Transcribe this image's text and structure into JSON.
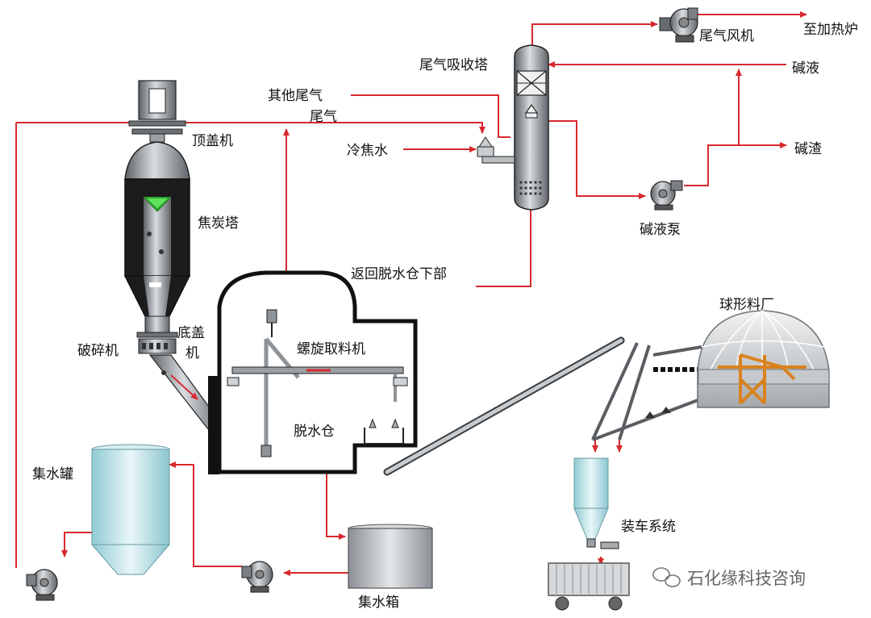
{
  "labels": {
    "to_heating_furnace": "至加热炉",
    "tail_gas_fan": "尾气风机",
    "tail_gas_absorber": "尾气吸收塔",
    "alkali_liquid": "碱液",
    "other_tail_gas": "其他尾气",
    "tail_gas": "尾气",
    "top_cover_machine": "顶盖机",
    "cooling_coke_water": "冷焦水",
    "alkali_residue": "碱渣",
    "coke_tower": "焦炭塔",
    "alkali_pump": "碱液泵",
    "return_to_dewater_bin_bottom": "返回脱水仓下部",
    "spherical_yard": "球形料厂",
    "crusher": "破碎机",
    "bottom_cover_machine": "底盖机",
    "screw_reclaimer": "螺旋取料机",
    "dewatering_bin": "脱水仓",
    "water_collection_tank": "集水罐",
    "truck_loading_system": "装车系统",
    "water_collection_box": "集水箱"
  },
  "watermark": "石化缘科技咨询",
  "colors": {
    "flow_line": "#d8292f",
    "vessel": "#8e949a",
    "tank": "#bfe3e8",
    "frame": "#1a1a1a",
    "crane": "#d9821e"
  }
}
